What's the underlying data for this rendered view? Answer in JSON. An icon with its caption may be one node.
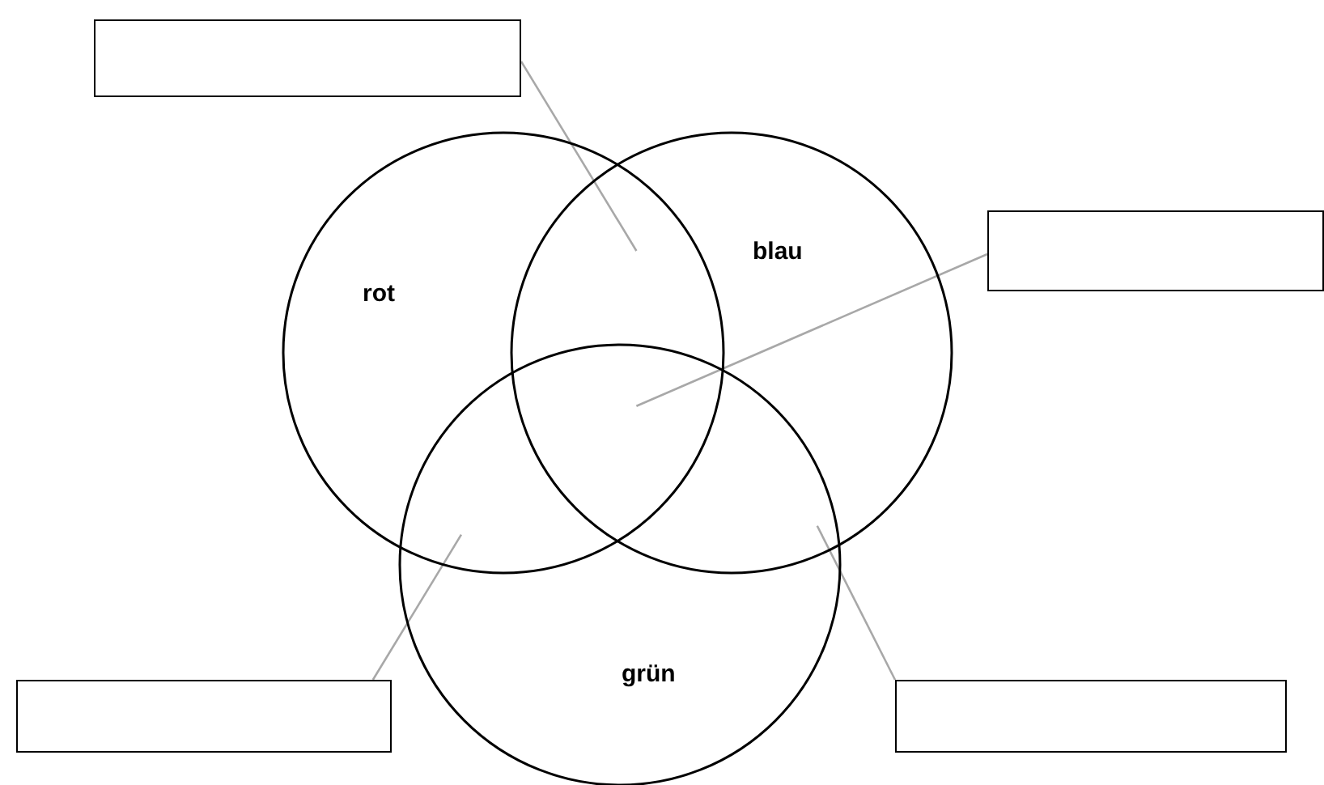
{
  "diagram": {
    "nodes": [
      {
        "text": [],
        "shape": "box"
      },
      {
        "text": [
          "rot"
        ]
      },
      {
        "text": [
          "blau"
        ]
      },
      {
        "text": [],
        "shape": "box"
      },
      {
        "text": [
          "grün"
        ]
      },
      {
        "text": [],
        "shape": "box"
      },
      {
        "text": [],
        "shape": "box"
      }
    ],
    "edges": [
      {
        "from": 0,
        "to": 1,
        "arrow": "none"
      },
      {
        "from": 3,
        "to": 1,
        "arrow": "none"
      },
      {
        "from": 5,
        "to": 1,
        "arrow": "none"
      },
      {
        "from": 6,
        "to": 2,
        "arrow": "none"
      }
    ]
  }
}
